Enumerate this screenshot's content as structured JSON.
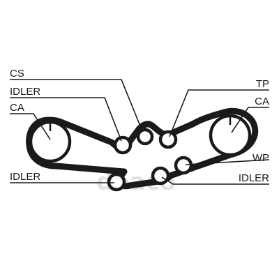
{
  "labels": {
    "cs": "CS",
    "idler_top": "IDLER",
    "ca_left": "CA",
    "idler_bottom_left": "IDLER",
    "tp": "TP",
    "ca_right": "CA",
    "wp": "WP",
    "idler_bottom_right": "IDLER"
  },
  "watermark": {
    "text": "doaco"
  },
  "colors": {
    "belt": "#1a1a1a",
    "line": "#1a1a1a",
    "watermark": "#bdbdbd"
  }
}
